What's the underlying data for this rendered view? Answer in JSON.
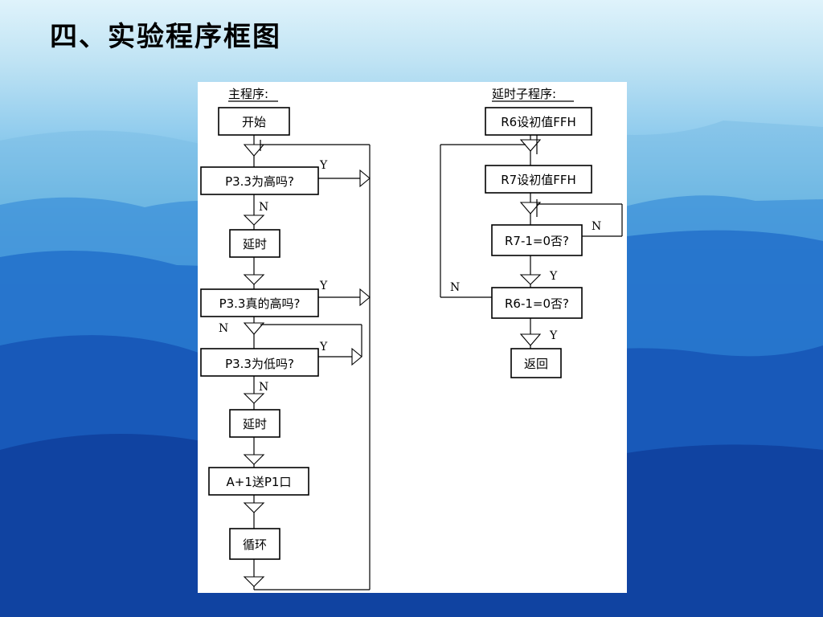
{
  "slide": {
    "title": "四、实验程序框图"
  },
  "flowchart": {
    "main_heading": "主程序:",
    "sub_heading": "延时子程序:",
    "main": {
      "start": "开始",
      "check_high": "P3.3为高吗?",
      "delay1": "延时",
      "check_high_really": "P3.3真的高吗?",
      "check_low": "P3.3为低吗?",
      "delay2": "延时",
      "send": "A+1送P1口",
      "loop": "循环"
    },
    "sub": {
      "init_r6": "R6设初值FFH",
      "init_r7": "R7设初值FFH",
      "dec_r7": "R7-1=0否?",
      "dec_r6": "R6-1=0否?",
      "ret": "返回"
    },
    "labels": {
      "yes": "Y",
      "no": "N"
    }
  }
}
